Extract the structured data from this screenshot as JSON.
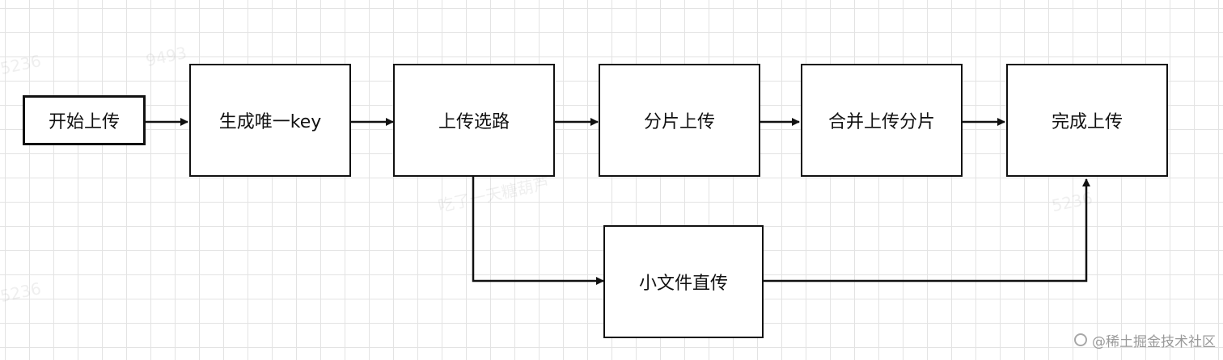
{
  "nodes": {
    "start": "开始上传",
    "gen_key": "生成唯一key",
    "choose_path": "上传选路",
    "chunk_upload": "分片上传",
    "merge_chunks": "合并上传分片",
    "complete": "完成上传",
    "small_file": "小文件直传"
  },
  "watermarks": [
    "5236",
    "9493",
    "吃了一天糖葫芦",
    "5236",
    "9493",
    "5236"
  ],
  "logo": "@稀土掘金技术社区",
  "colors": {
    "line": "#111111",
    "grid": "#e3e3e3",
    "logo": "#9a9a9a"
  }
}
